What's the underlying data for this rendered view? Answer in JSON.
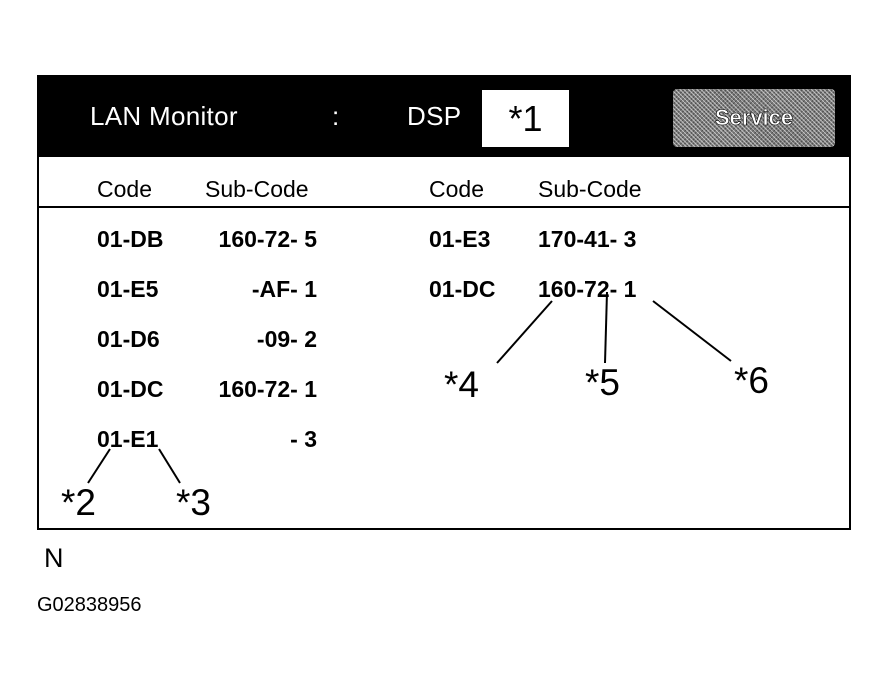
{
  "titlebar": {
    "label": "LAN Monitor",
    "separator": ":",
    "unit_label": "DSP",
    "unit_value": "*1",
    "service_label": "Service"
  },
  "headers": {
    "left_code": "Code",
    "left_sub": "Sub-Code",
    "right_code": "Code",
    "right_sub": "Sub-Code"
  },
  "left_rows": [
    {
      "code": "01-DB",
      "sub": "160-72- 5"
    },
    {
      "code": "01-E5",
      "sub": "-AF- 1"
    },
    {
      "code": "01-D6",
      "sub": "-09- 2"
    },
    {
      "code": "01-DC",
      "sub": "160-72- 1"
    },
    {
      "code": "01-E1",
      "sub": "- 3"
    }
  ],
  "right_rows": [
    {
      "code": "01-E3",
      "sub": "170-41- 3"
    },
    {
      "code": "01-DC",
      "sub": "160-72- 1"
    }
  ],
  "callouts": {
    "c2": "*2",
    "c3": "*3",
    "c4": "*4",
    "c5": "*5",
    "c6": "*6"
  },
  "note": "N",
  "figure_id": "G02838956"
}
